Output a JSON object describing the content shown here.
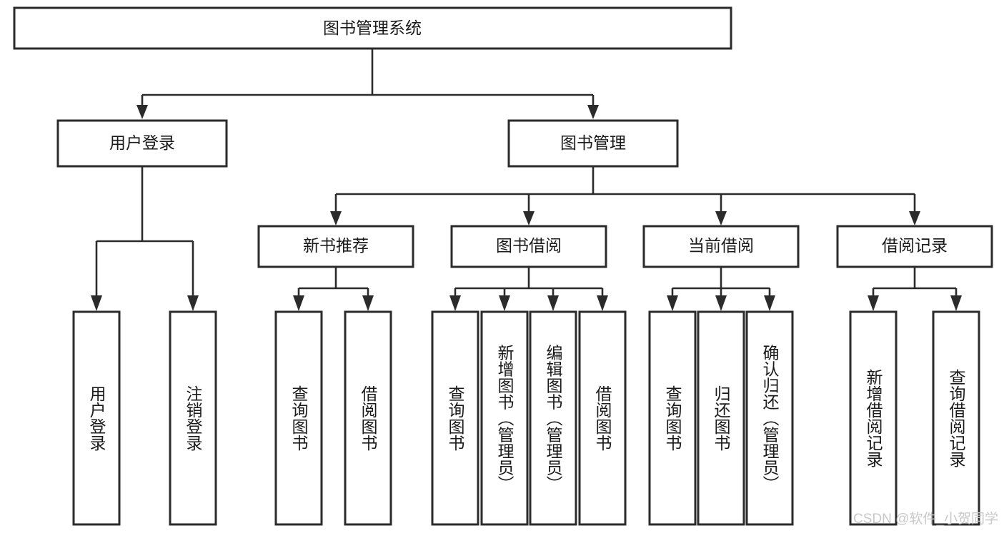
{
  "diagram": {
    "title": "图书管理系统",
    "type": "tree-hierarchy",
    "watermark": "CSDN @软件_小贺同学",
    "colors": {
      "box_stroke": "#2b2b2b",
      "box_fill": "#ffffff",
      "connector": "#2b2b2b",
      "text": "#1a1a1a",
      "background": "#ffffff",
      "watermark": "#c8c8c8"
    },
    "root": {
      "label": "图书管理系统"
    },
    "level2": [
      {
        "label": "用户登录"
      },
      {
        "label": "图书管理"
      }
    ],
    "level3": [
      {
        "label": "新书推荐"
      },
      {
        "label": "图书借阅"
      },
      {
        "label": "当前借阅"
      },
      {
        "label": "借阅记录"
      }
    ],
    "leaves": {
      "user_login": [
        {
          "label": "用户登录"
        },
        {
          "label": "注销登录"
        }
      ],
      "new_book_recommend": [
        {
          "label": "查询图书"
        },
        {
          "label": "借阅图书"
        }
      ],
      "book_borrow": [
        {
          "label": "查询图书"
        },
        {
          "label": "新增图书（管理员）"
        },
        {
          "label": "编辑图书（管理员）"
        },
        {
          "label": "借阅图书"
        }
      ],
      "current_borrow": [
        {
          "label": "查询图书"
        },
        {
          "label": "归还图书"
        },
        {
          "label": "确认归还（管理员）"
        }
      ],
      "borrow_record": [
        {
          "label": "新增借阅记录"
        },
        {
          "label": "查询借阅记录"
        }
      ]
    }
  }
}
